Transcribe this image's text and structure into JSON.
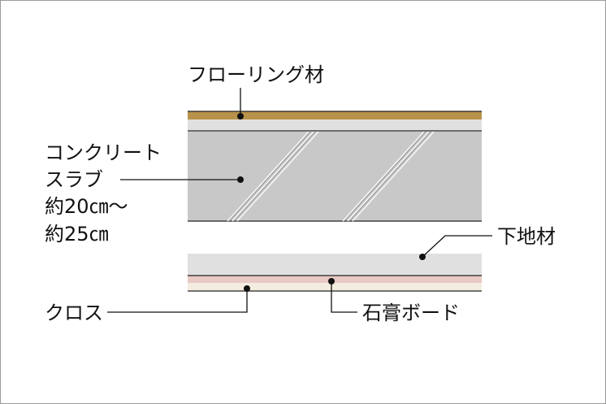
{
  "labels": {
    "flooring": "フローリング材",
    "slab_line1": "コンクリート",
    "slab_line2": "スラブ",
    "slab_line3": "約20㎝～",
    "slab_line4": "約25㎝",
    "substrate": "下地材",
    "cloth": "クロス",
    "gypsum": "石膏ボード"
  },
  "colors": {
    "flooring": "#b8924a",
    "concrete": "#c8c8c8",
    "light_gray": "#e0e0e0",
    "pink": "#e9c9c4",
    "cream": "#f4ecdf",
    "line": "#222222",
    "frame": "#9a9a9a"
  }
}
